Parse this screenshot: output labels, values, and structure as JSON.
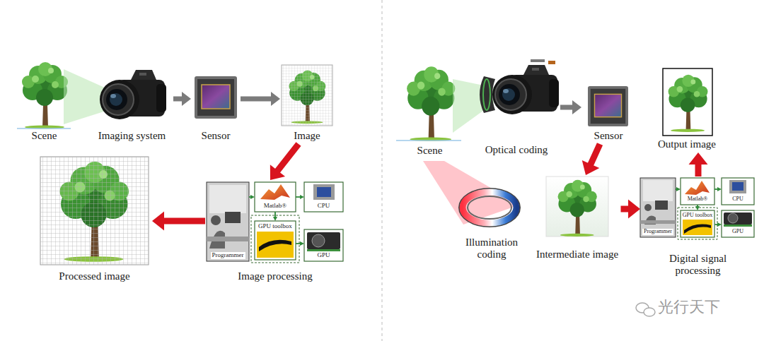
{
  "diagram": {
    "nodes": [
      {
        "text": [
          "Scene"
        ]
      },
      {
        "text": [
          "Imaging system"
        ]
      },
      {
        "text": [
          "Sensor"
        ]
      },
      {
        "text": [
          "Image"
        ]
      },
      {
        "text": [
          "Image processing"
        ]
      },
      {
        "text": [
          "Programmer"
        ],
        "in": 4
      },
      {
        "text": [
          "Matlab®"
        ],
        "in": 4
      },
      {
        "text": [
          "CPU"
        ],
        "in": 4
      },
      {
        "text": [
          "GPU toolbox"
        ],
        "in": 4
      },
      {
        "text": [
          "GPU"
        ],
        "in": 4
      },
      {
        "text": [
          "Processed image"
        ]
      },
      {
        "text": [
          "Scene"
        ]
      },
      {
        "text": [
          "Optical coding"
        ]
      },
      {
        "text": [
          "Sensor"
        ]
      },
      {
        "text": [
          "Output image"
        ]
      },
      {
        "text": [
          "Illumination coding"
        ]
      },
      {
        "text": [
          "Intermediate image"
        ]
      },
      {
        "text": [
          "Digital signal processing"
        ]
      },
      {
        "text": [
          "Programmer"
        ],
        "in": 17
      },
      {
        "text": [
          "Matlab®"
        ],
        "in": 17
      },
      {
        "text": [
          "CPU"
        ],
        "in": 17
      },
      {
        "text": [
          "GPU toolbox"
        ],
        "in": 17
      },
      {
        "text": [
          "GPU"
        ],
        "in": 17
      }
    ],
    "edges": [
      {
        "from": 1,
        "to": 2,
        "arrow": "to"
      },
      {
        "from": 2,
        "to": 3,
        "arrow": "to"
      },
      {
        "from": 3,
        "to": 4,
        "arrow": "to"
      },
      {
        "from": 4,
        "to": 10,
        "arrow": "to"
      },
      {
        "from": 5,
        "to": 6,
        "arrow": "to"
      },
      {
        "from": 6,
        "to": 7,
        "arrow": "to"
      },
      {
        "from": 6,
        "to": 8,
        "arrow": "to"
      },
      {
        "from": 8,
        "to": 9,
        "arrow": "to"
      },
      {
        "from": 12,
        "to": 13,
        "arrow": "to"
      },
      {
        "from": 13,
        "to": 16,
        "arrow": "to"
      },
      {
        "from": 16,
        "to": 17,
        "arrow": "to"
      },
      {
        "from": 17,
        "to": 14,
        "arrow": "to"
      },
      {
        "from": 18,
        "to": 19,
        "arrow": "to"
      },
      {
        "from": 19,
        "to": 20,
        "arrow": "to"
      },
      {
        "from": 19,
        "to": 21,
        "arrow": "to"
      },
      {
        "from": 21,
        "to": 22,
        "arrow": "to"
      }
    ],
    "labels": [
      "光行天下"
    ]
  }
}
